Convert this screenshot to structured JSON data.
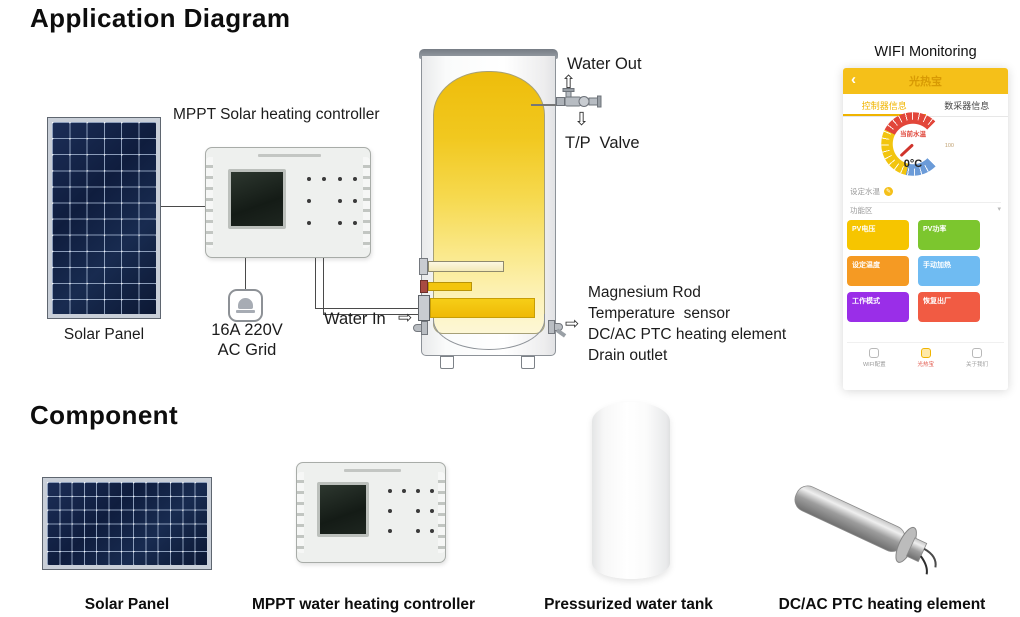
{
  "app_diagram": {
    "title": "Application Diagram",
    "solar_panel_label": "Solar Panel",
    "controller_label": "MPPT Solar heating controller",
    "grid_label_line1": "16A 220V",
    "grid_label_line2": "AC Grid",
    "water_in_label": "Water In",
    "water_out_label": "Water Out",
    "tp_valve_label": "T/P  Valve",
    "tank_labels": [
      "Magnesium Rod",
      "Temperature  sensor",
      "DC/AC PTC heating element",
      "Drain outlet"
    ],
    "icons": {
      "up_arrow": "⇧",
      "down_arrow": "⇩",
      "right_arrow": "⇨"
    }
  },
  "wifi_app": {
    "title": "WIFI Monitoring",
    "header": {
      "back_icon": "‹",
      "title": "光热宝"
    },
    "tabs": [
      {
        "label": "控制器信息"
      },
      {
        "label": "数采器信息"
      }
    ],
    "gauge": {
      "label": "当前水温",
      "value": "0°C",
      "max_label": "100"
    },
    "set_temp_row": {
      "label": "设定水温",
      "edit_icon": "✎"
    },
    "mode_row": {
      "label": "功能区",
      "chevron": "▾"
    },
    "tiles": [
      {
        "label": "PV电压",
        "color": "#f6c500"
      },
      {
        "label": "PV功率",
        "color": "#7cc62e"
      },
      {
        "label": "设定温度",
        "color": "#f59a23"
      },
      {
        "label": "手动加热",
        "color": "#6fbbf2"
      },
      {
        "label": "工作模式",
        "color": "#9a2ee8"
      },
      {
        "label": "恢复出厂",
        "color": "#f15b43"
      }
    ],
    "bottom_tabs": [
      {
        "label": "WIFI配置"
      },
      {
        "label": "光热宝"
      },
      {
        "label": "关于我们"
      }
    ]
  },
  "component": {
    "title": "Component",
    "items": [
      {
        "label": "Solar Panel"
      },
      {
        "label": "MPPT water heating controller"
      },
      {
        "label": "Pressurized water tank"
      },
      {
        "label": "DC/AC PTC heating element"
      }
    ]
  },
  "colors": {
    "tank_yellow_top": "#eebd0b",
    "tank_yellow_bottom": "#fdf7d6",
    "app_header_yellow": "#f5c019",
    "panel_navy": "#101f3f",
    "gauge_blue": "#6b9bd8",
    "gauge_yellow": "#f2c50f",
    "gauge_red": "#e2463a"
  }
}
